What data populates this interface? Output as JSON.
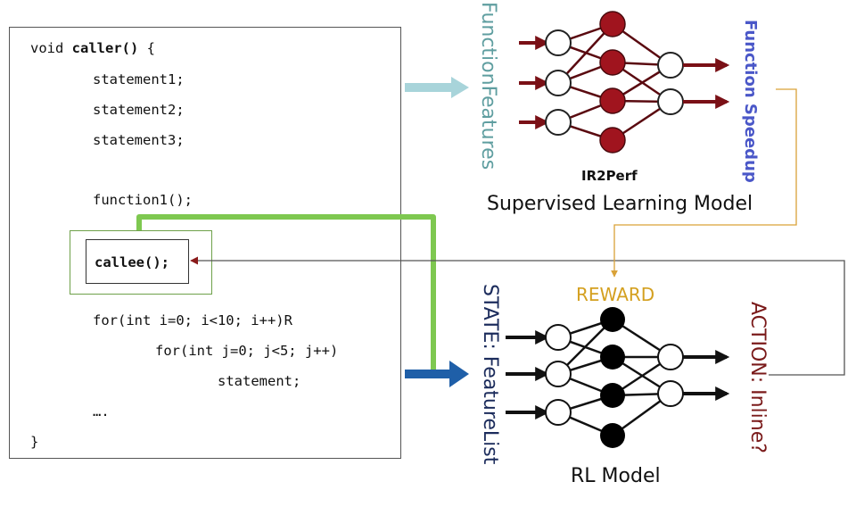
{
  "code": {
    "line1_prefix": "void ",
    "line1_func": "caller()",
    "line1_suffix": " {",
    "stmt1": "statement1;",
    "stmt2": "statement2;",
    "stmt3": "statement3;",
    "function1": "function1();",
    "callee": "callee();",
    "for1": "for(int i=0; i<10; i++)R",
    "for2": "for(int j=0; j<5; j++)",
    "stmt": "statement;",
    "ellipsis": "….",
    "close": "}"
  },
  "supervised": {
    "input_label": "FunctionFeatures",
    "output_label": "Function Speedup",
    "model_name": "IR2Perf",
    "model_title": "Supervised Learning Model"
  },
  "rl": {
    "reward_label": "REWARD",
    "state_label": "STATE: FeatureList",
    "action_label": "ACTION: Inline?",
    "model_title": "RL Model"
  },
  "colors": {
    "code_to_sl_arrow": "#a8d4da",
    "green_path": "#7ec850",
    "state_arrow": "#1f5fa8",
    "reward_line": "#d9a238",
    "sl_hidden_node": "#a0141e",
    "rl_hidden_node": "#000000",
    "input_arrow_sl": "#7a1016",
    "function_features_text": "#5f9ea0",
    "function_speedup_text": "#4a57c8",
    "state_text": "#1c2c5c",
    "action_text": "#7a1a1a",
    "reward_text": "#d4a020"
  }
}
